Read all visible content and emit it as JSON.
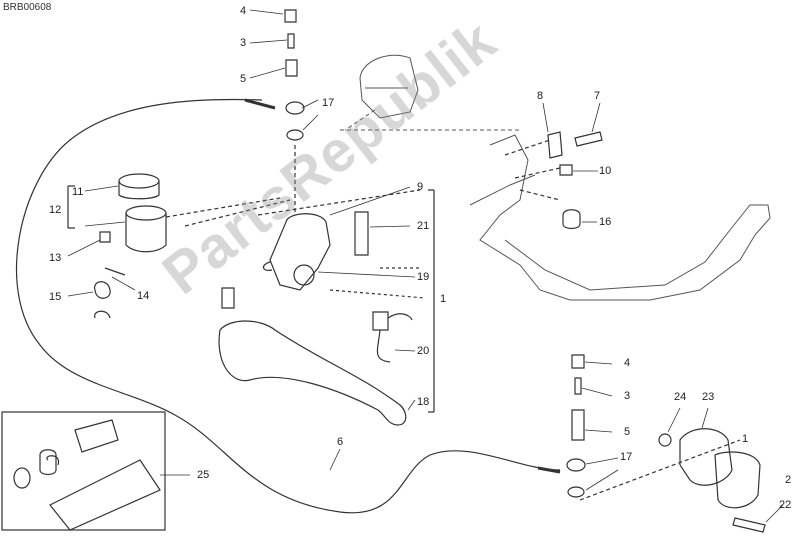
{
  "diagram_code": "BRB00608",
  "watermark": "PartsRepublik",
  "colors": {
    "line": "#333333",
    "fill": "#ffffff",
    "watermark": "#8c8c8c"
  },
  "callouts": [
    {
      "id": "c4a",
      "text": "4"
    },
    {
      "id": "c3a",
      "text": "3"
    },
    {
      "id": "c5a",
      "text": "5"
    },
    {
      "id": "c17a",
      "text": "17"
    },
    {
      "id": "c11",
      "text": "11"
    },
    {
      "id": "c12",
      "text": "12"
    },
    {
      "id": "c13",
      "text": "13"
    },
    {
      "id": "c15",
      "text": "15"
    },
    {
      "id": "c14",
      "text": "14"
    },
    {
      "id": "c9",
      "text": "9"
    },
    {
      "id": "c21",
      "text": "21"
    },
    {
      "id": "c19",
      "text": "19"
    },
    {
      "id": "c1a",
      "text": "1"
    },
    {
      "id": "c20",
      "text": "20"
    },
    {
      "id": "c18",
      "text": "18"
    },
    {
      "id": "c8",
      "text": "8"
    },
    {
      "id": "c7",
      "text": "7"
    },
    {
      "id": "c10",
      "text": "10"
    },
    {
      "id": "c16",
      "text": "16"
    },
    {
      "id": "c6",
      "text": "6"
    },
    {
      "id": "c25",
      "text": "25"
    },
    {
      "id": "c4b",
      "text": "4"
    },
    {
      "id": "c3b",
      "text": "3"
    },
    {
      "id": "c5b",
      "text": "5"
    },
    {
      "id": "c17b",
      "text": "17"
    },
    {
      "id": "c24",
      "text": "24"
    },
    {
      "id": "c23",
      "text": "23"
    },
    {
      "id": "c1b",
      "text": "1"
    },
    {
      "id": "c2",
      "text": "2"
    },
    {
      "id": "c22",
      "text": "22"
    }
  ]
}
